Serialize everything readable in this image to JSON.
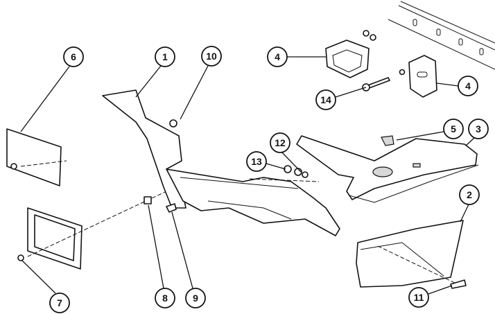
{
  "diagram": {
    "callouts": [
      {
        "id": "c1",
        "label": "1"
      },
      {
        "id": "c10",
        "label": "10"
      },
      {
        "id": "c6",
        "label": "6"
      },
      {
        "id": "c4a",
        "label": "4"
      },
      {
        "id": "c4b",
        "label": "4"
      },
      {
        "id": "c14",
        "label": "14"
      },
      {
        "id": "c5",
        "label": "5"
      },
      {
        "id": "c3",
        "label": "3"
      },
      {
        "id": "c12",
        "label": "12"
      },
      {
        "id": "c13",
        "label": "13"
      },
      {
        "id": "c2",
        "label": "2"
      },
      {
        "id": "c11",
        "label": "11"
      },
      {
        "id": "c7",
        "label": "7"
      },
      {
        "id": "c8",
        "label": "8"
      },
      {
        "id": "c9",
        "label": "9"
      }
    ]
  }
}
